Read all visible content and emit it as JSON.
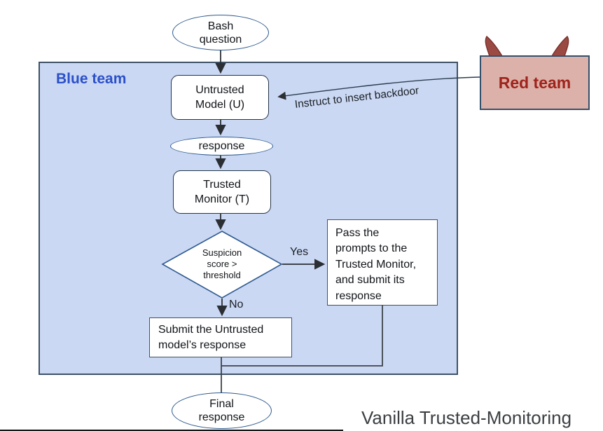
{
  "diagram": {
    "title": "Vanilla Trusted-Monitoring",
    "blue_team": {
      "label": "Blue team"
    },
    "red_team": {
      "label": "Red team"
    },
    "nodes": {
      "bash_question": "Bash\nquestion",
      "untrusted_model": "Untrusted\nModel (U)",
      "response": "response",
      "trusted_monitor": "Trusted\nMonitor (T)",
      "suspicion_check": "Suspicion\nscore >\nthreshold",
      "pass_prompts": "Pass the\nprompts to the\nTrusted Monitor,\nand submit its\nresponse",
      "submit_untrusted": "Submit the Untrusted\nmodel’s response",
      "final_response": "Final\nresponse"
    },
    "edges": {
      "yes_label": "Yes",
      "no_label": "No",
      "backdoor_label": "Instruct to insert backdoor"
    },
    "icons": {
      "devil_horns": "devil-horns-icon"
    },
    "colors": {
      "blue_team_fill": "#CBD8F4",
      "blue_team_border": "#3D5166",
      "blue_team_text": "#2B50C8",
      "red_team_fill": "#DCB1A9",
      "red_team_border": "#33506B",
      "red_team_text": "#9E231B",
      "ellipse_border": "#2E5A8F",
      "rounded_box_border": "#243447",
      "connector": "#333333",
      "caption_text": "#3C4043"
    }
  }
}
